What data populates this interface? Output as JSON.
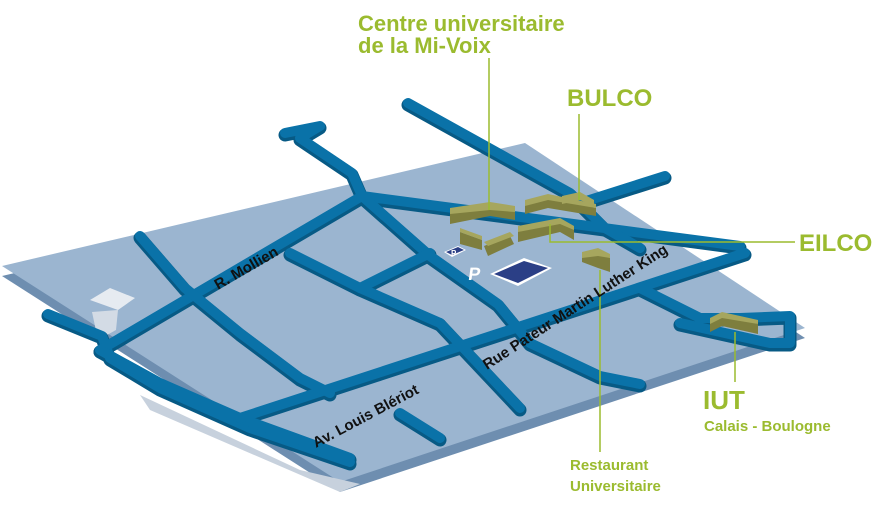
{
  "labels": {
    "centre_line1": "Centre universitaire",
    "centre_line2": "de la Mi-Voix",
    "bulco": "BULCO",
    "eilco": "EILCO",
    "iut": "IUT",
    "iut_sub": "Calais - Boulogne",
    "restaurant_line1": "Restaurant",
    "restaurant_line2": "Universitaire"
  },
  "streets": {
    "mollien": "R. Mollien",
    "mlk": "Rue Pateur Martin Luther King",
    "bleriot": "Av. Louis Blériot"
  },
  "parking": {
    "symbol": "P",
    "icon": "parking-icon"
  },
  "colors": {
    "ground": "#9bb5d0",
    "ground_edge": "#6e8eb0",
    "road": "#0a72a8",
    "road_dark": "#075a85",
    "building": "#a6a65e",
    "building_dark": "#7e7e3e",
    "label_green": "#9bbb2f",
    "parking_bg": "#2b3f86"
  }
}
